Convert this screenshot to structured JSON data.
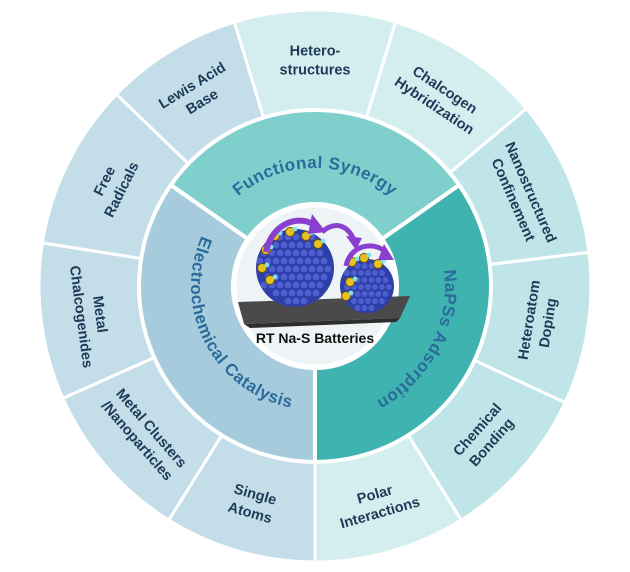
{
  "center": {
    "label": "RT Na-S Batteries"
  },
  "middle_ring": [
    {
      "label": "Functional Synergy",
      "color": "#7fd0cc"
    },
    {
      "label": "NaPSs Adsorption",
      "color": "#3fb3b0"
    },
    {
      "label": "Electrochemical Catalysis",
      "color": "#a6cbdc"
    }
  ],
  "outer_ring": [
    {
      "lines": [
        "Hetero-",
        "structures"
      ]
    },
    {
      "lines": [
        "Chalcogen",
        "Hybridization"
      ]
    },
    {
      "lines": [
        "Nanostructured",
        "Confinement"
      ]
    },
    {
      "lines": [
        "Heteroatom",
        "Doping"
      ]
    },
    {
      "lines": [
        "Chemical",
        "Bonding"
      ]
    },
    {
      "lines": [
        "Polar",
        "Interactions"
      ]
    },
    {
      "lines": [
        "Single",
        "Atoms"
      ]
    },
    {
      "lines": [
        "Metal Clusters",
        "/Nanoparticles"
      ]
    },
    {
      "lines": [
        "Metal",
        "Chalcogenides"
      ]
    },
    {
      "lines": [
        "Free",
        "Radicals"
      ]
    },
    {
      "lines": [
        "Lewis Acid",
        "Base"
      ]
    }
  ],
  "colors": {
    "outer_light": "#d4eef0",
    "outer_mid": "#bfe5e8",
    "outer_blue": "#c3dde9",
    "divider": "#ffffff",
    "center_fill": "#eef3f6",
    "sphere": "#2f3fa8",
    "arrow": "#8a3fd1",
    "decor_yellow": "#e8c020"
  }
}
